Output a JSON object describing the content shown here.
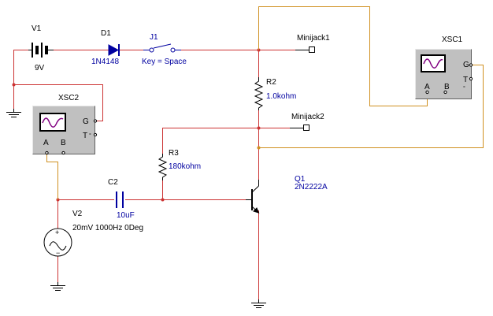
{
  "components": {
    "v1": {
      "ref": "V1",
      "value": "9V"
    },
    "d1": {
      "ref": "D1",
      "value": "1N4148"
    },
    "j1": {
      "ref": "J1",
      "value": "Key = Space"
    },
    "r2": {
      "ref": "R2",
      "value": "1.0kohm"
    },
    "r3": {
      "ref": "R3",
      "value": "180kohm"
    },
    "c2": {
      "ref": "C2",
      "value": "10uF"
    },
    "q1": {
      "ref": "Q1",
      "value": "2N2222A"
    },
    "v2": {
      "ref": "V2",
      "value": "20mV 1000Hz 0Deg"
    },
    "minijack1": {
      "ref": "Minijack1"
    },
    "minijack2": {
      "ref": "Minijack2"
    }
  },
  "instruments": {
    "xsc1": {
      "ref": "XSC1",
      "pin_a": "A",
      "pin_b": "B",
      "pin_g": "G",
      "pin_t": "T"
    },
    "xsc2": {
      "ref": "XSC2",
      "pin_a": "A",
      "pin_b": "B",
      "pin_g": "G",
      "pin_t": "T"
    }
  },
  "colors": {
    "background": "#ffffff",
    "wire_red": "#cc3333",
    "wire_orange": "#d09020",
    "component": "#000000",
    "component_blue": "#0000a0",
    "value_label": "#0000a0",
    "ref_label": "#000000",
    "instrument_body": "#c0c0c0",
    "scope_trace": "#800080"
  },
  "icons": [
    "battery-icon",
    "diode-icon",
    "switch-icon",
    "resistor-icon",
    "capacitor-icon",
    "npn-transistor-icon",
    "ac-source-icon",
    "ground-icon",
    "oscilloscope-icon",
    "jack-icon"
  ]
}
